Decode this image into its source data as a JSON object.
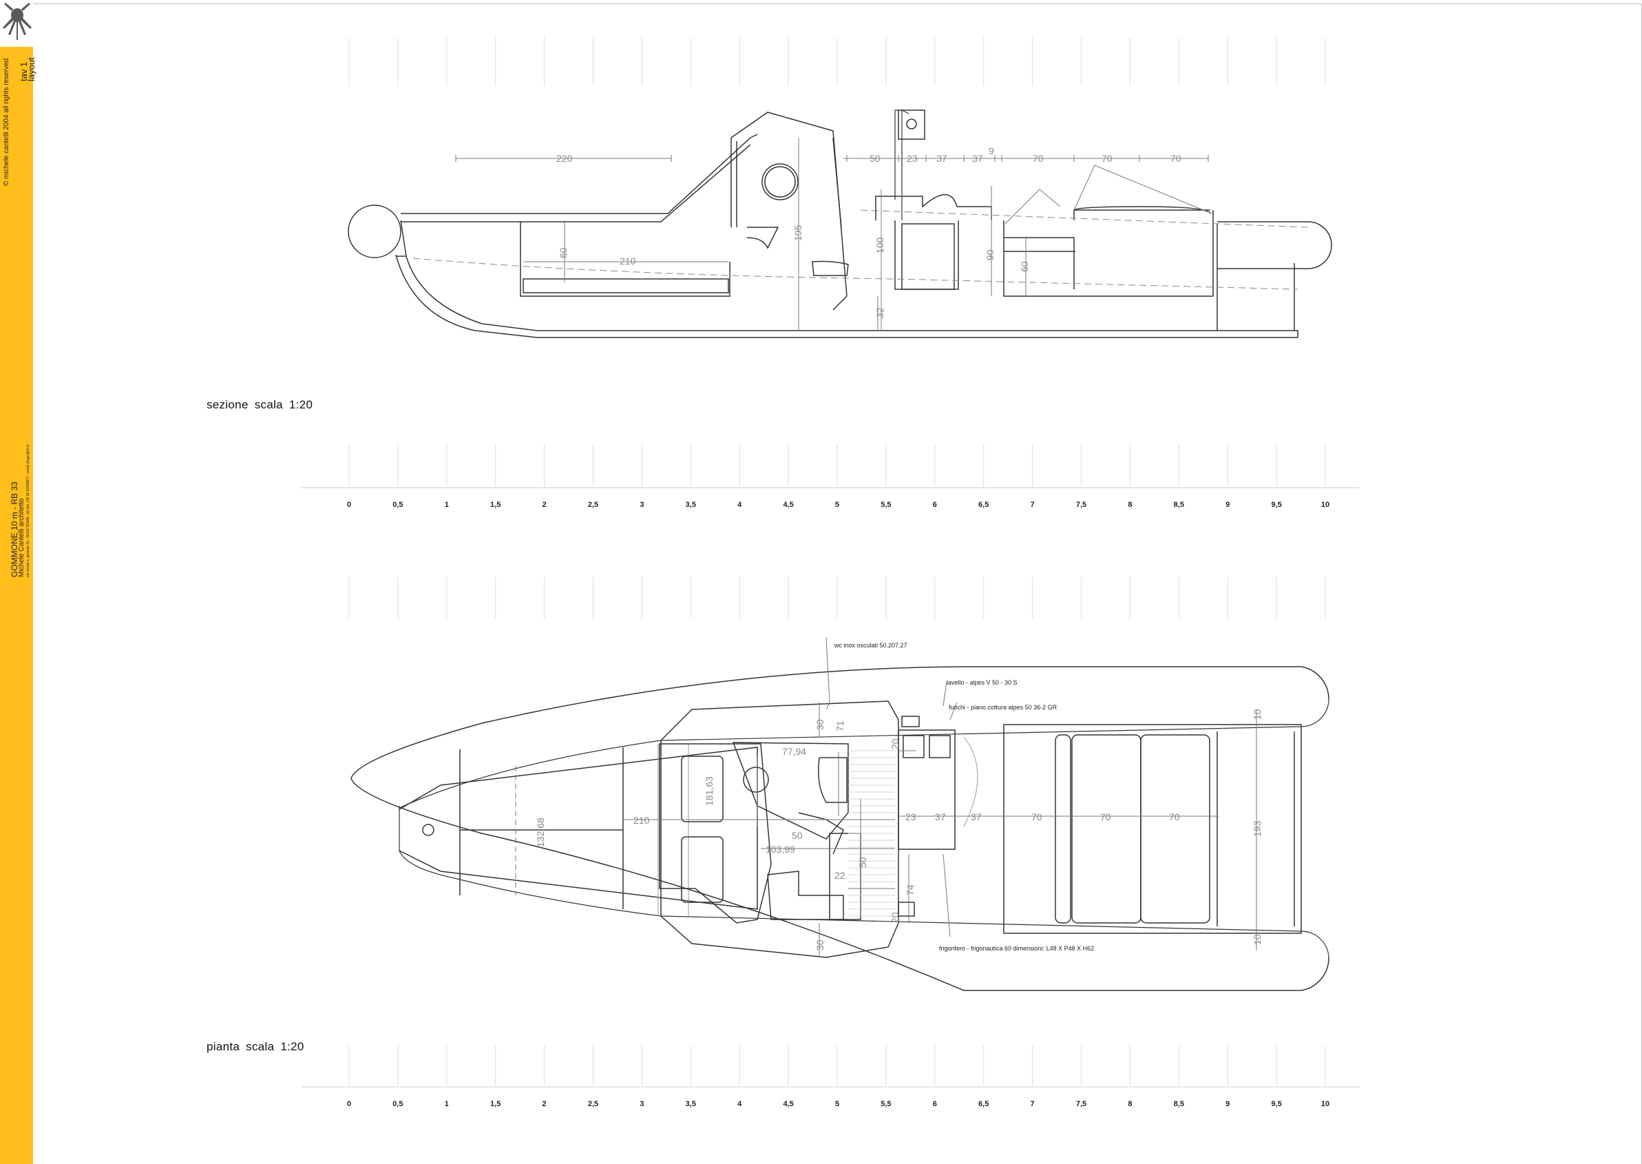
{
  "sidebar": {
    "copyright": "© michele cantelli 2004 all rights reserved",
    "sheet_number": "tav 1",
    "sheet_title": "layout",
    "project_name": "GOMMONE 10 m - RB 33",
    "architect": "Michele Cantelli architetto",
    "contact": "via monte s. genesio 10 - 00141 ROMA - tel./fax +39 06 33099877 - email jhcgar@tin.it",
    "accent_color": "#ffbe1a"
  },
  "section_view": {
    "caption": "sezione  scala  1:20",
    "dims": {
      "cabin_top": "220",
      "berth_len": "210",
      "berth_h": "60",
      "headroom": "195",
      "counter_h": "100",
      "step_h": "32",
      "seat_h": "90",
      "bench_h": "60",
      "d50": "50",
      "d23": "23",
      "d37a": "37",
      "d37b": "37",
      "d9": "9",
      "d70a": "70",
      "d70b": "70",
      "d70c": "70"
    }
  },
  "scale_labels": [
    "0",
    "0,5",
    "1",
    "1,5",
    "2",
    "2,5",
    "3",
    "3,5",
    "4",
    "4,5",
    "5",
    "5,5",
    "6",
    "6,5",
    "7",
    "7,5",
    "8",
    "8,5",
    "9",
    "9,5",
    "10"
  ],
  "plan_view": {
    "caption": "pianta  scala  1:20",
    "notes": {
      "wc": "wc inox osculati 50.207.27",
      "sink": "lavello - alpes V 50 - 30 S",
      "hob": "fuochi - piano cottura alpes 50 36-2 GR",
      "fridge": "frigorifero - frigonautica 60 dimensioni: L48 X P48 X H62"
    },
    "dims": {
      "berth_w": "132,68",
      "cabin_len": "210",
      "cabin_w": "181,63",
      "wc_w": "77,94",
      "d103": "103,99",
      "d50": "50",
      "d22": "22",
      "d50b": "50",
      "d30": "30",
      "d30b": "30",
      "d71": "71",
      "d20": "20",
      "d20b": "20",
      "d23": "23",
      "d37a": "37",
      "d37b": "37",
      "d70a": "70",
      "d70b": "70",
      "d70c": "70",
      "d74": "74",
      "d10": "10",
      "d10b": "10",
      "d193": "193"
    }
  }
}
